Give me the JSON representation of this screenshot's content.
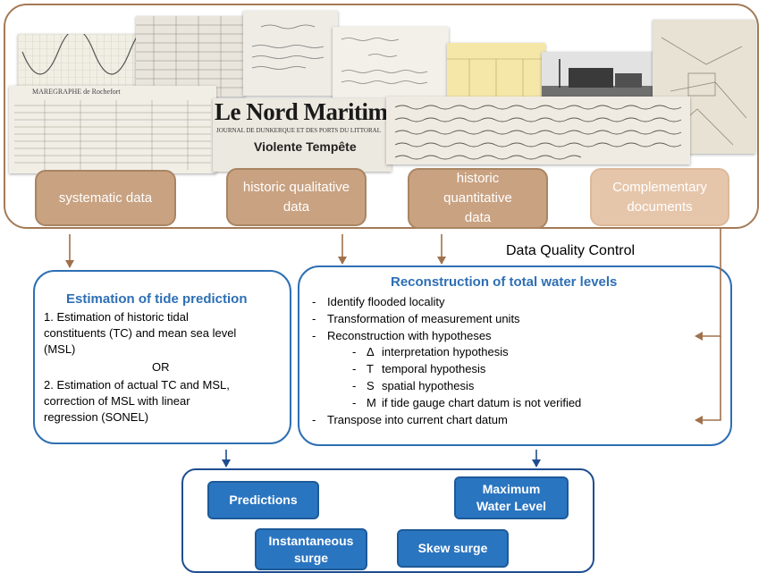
{
  "source_boxes": [
    {
      "label": "systematic data"
    },
    {
      "label": "historic qualitative data"
    },
    {
      "label": "historic quantitative data"
    },
    {
      "label": "Complementary documents"
    }
  ],
  "quality_control_label": "Data Quality Control",
  "tide_panel": {
    "title": "Estimation of tide prediction",
    "lines": [
      "1. Estimation of historic tidal",
      "constituents (TC) and mean sea level",
      "(MSL)",
      "OR",
      "2. Estimation of actual TC and MSL,",
      "correction of MSL with linear",
      "regression (SONEL)"
    ]
  },
  "reconstruction_panel": {
    "title": "Reconstruction of total water levels",
    "items": [
      "Identify flooded locality",
      "Transformation of measurement units",
      "Reconstruction with hypotheses"
    ],
    "hypotheses": [
      {
        "code": "Δ",
        "text": "interpretation hypothesis"
      },
      {
        "code": "T",
        "text": "temporal hypothesis"
      },
      {
        "code": "S",
        "text": "spatial hypothesis"
      },
      {
        "code": "M",
        "text": "if tide gauge chart datum is not verified"
      }
    ],
    "final_item": "Transpose into current chart datum"
  },
  "outputs": [
    {
      "label": "Predictions"
    },
    {
      "label": "Maximum Water Level"
    },
    {
      "label": "Instantaneous surge"
    },
    {
      "label": "Skew surge"
    }
  ],
  "documents": {
    "newspaper_masthead": "Le Nord Maritime",
    "newspaper_sub": "JOURNAL DE DUNKERQUE ET DES PORTS DU LITTORAL",
    "newspaper_headline": "Violente Tempête",
    "ledger_header": "MAREGRAPHE de Rochefort"
  },
  "colors": {
    "brown_frame": "#a47a56",
    "source_box": "#c9a281",
    "panel_blue": "#2e6fb4",
    "output_blue": "#2a75c0",
    "arrow_brown": "#a0714c",
    "arrow_blue": "#1f4e8f"
  }
}
